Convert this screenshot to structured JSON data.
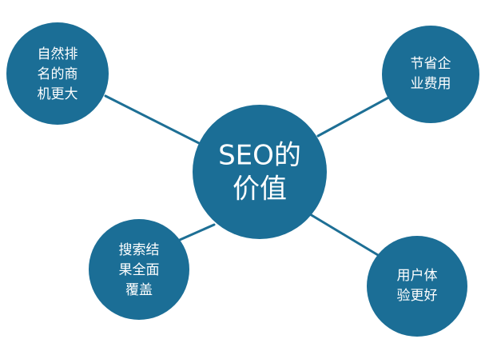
{
  "center": {
    "lines": [
      "SEO的",
      "价值"
    ]
  },
  "nodes": [
    {
      "id": "top-left",
      "lines": [
        "自然排",
        "名的商",
        "机更大"
      ]
    },
    {
      "id": "top-right",
      "lines": [
        "节省企",
        "业费用"
      ]
    },
    {
      "id": "bottom-left",
      "lines": [
        "搜索结",
        "果全面",
        "覆盖"
      ]
    },
    {
      "id": "bottom-right",
      "lines": [
        "用户体",
        "验更好"
      ]
    }
  ],
  "colors": {
    "node": "#1b6e96",
    "connector": "#1d6f95",
    "text": "#ffffff",
    "background": "#ffffff"
  }
}
